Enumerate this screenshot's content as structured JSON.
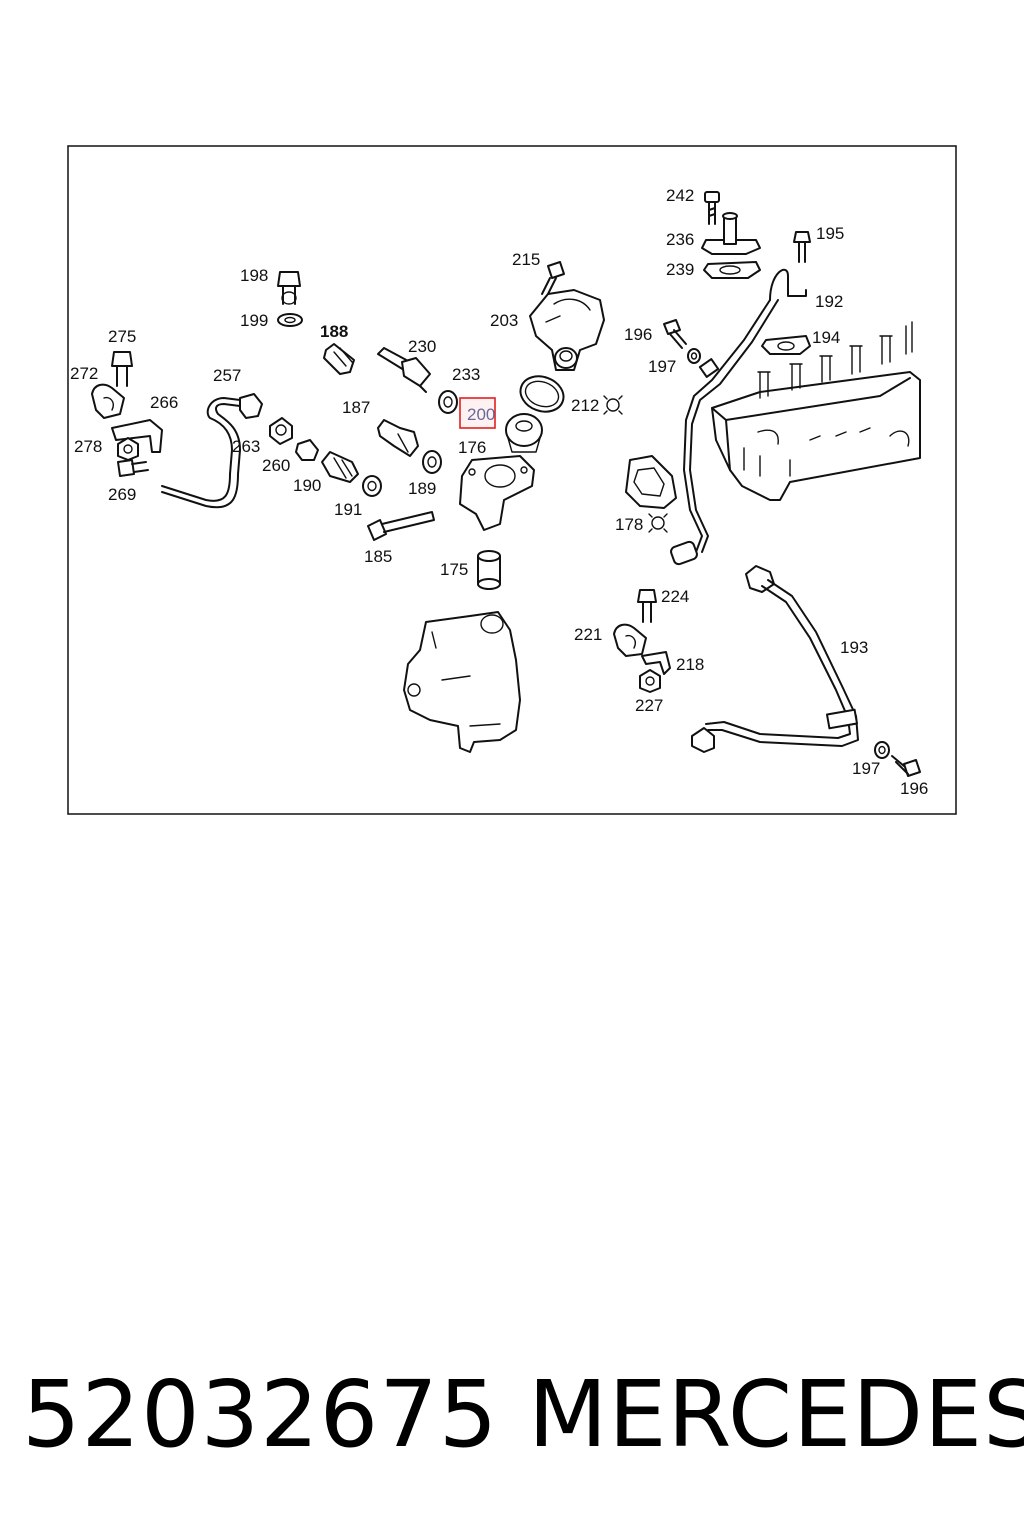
{
  "diagram": {
    "highlighted_label": "200",
    "labels": [
      {
        "key": "l242",
        "text": "242"
      },
      {
        "key": "l236",
        "text": "236"
      },
      {
        "key": "l239",
        "text": "239"
      },
      {
        "key": "l195",
        "text": "195"
      },
      {
        "key": "l192",
        "text": "192"
      },
      {
        "key": "l215",
        "text": "215"
      },
      {
        "key": "l198",
        "text": "198"
      },
      {
        "key": "l199",
        "text": "199"
      },
      {
        "key": "l203",
        "text": "203"
      },
      {
        "key": "l196a",
        "text": "196"
      },
      {
        "key": "l194",
        "text": "194"
      },
      {
        "key": "l275",
        "text": "275"
      },
      {
        "key": "l188",
        "text": "188"
      },
      {
        "key": "l230",
        "text": "230"
      },
      {
        "key": "l197a",
        "text": "197"
      },
      {
        "key": "l272",
        "text": "272"
      },
      {
        "key": "l257",
        "text": "257"
      },
      {
        "key": "l233",
        "text": "233"
      },
      {
        "key": "l266",
        "text": "266"
      },
      {
        "key": "l187",
        "text": "187"
      },
      {
        "key": "l212",
        "text": "212"
      },
      {
        "key": "l278",
        "text": "278"
      },
      {
        "key": "l263",
        "text": "263"
      },
      {
        "key": "l176",
        "text": "176"
      },
      {
        "key": "l260",
        "text": "260"
      },
      {
        "key": "l190",
        "text": "190"
      },
      {
        "key": "l189",
        "text": "189"
      },
      {
        "key": "l269",
        "text": "269"
      },
      {
        "key": "l191",
        "text": "191"
      },
      {
        "key": "l178",
        "text": "178"
      },
      {
        "key": "l185",
        "text": "185"
      },
      {
        "key": "l175",
        "text": "175"
      },
      {
        "key": "l224",
        "text": "224"
      },
      {
        "key": "l193",
        "text": "193"
      },
      {
        "key": "l221",
        "text": "221"
      },
      {
        "key": "l218",
        "text": "218"
      },
      {
        "key": "l227",
        "text": "227"
      },
      {
        "key": "l197b",
        "text": "197"
      },
      {
        "key": "l196b",
        "text": "196"
      }
    ]
  },
  "footer": {
    "part_number": "52032675",
    "brand": "MERCEDES"
  }
}
